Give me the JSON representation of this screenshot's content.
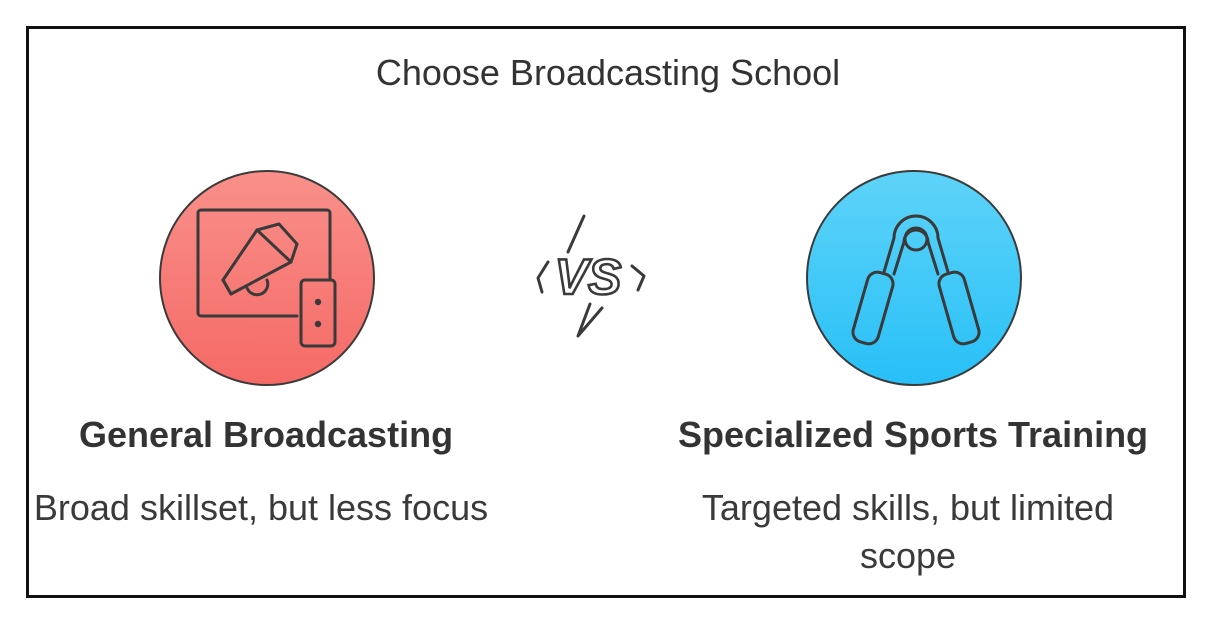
{
  "title": "Choose Broadcasting School",
  "vs_label": "VS",
  "options": [
    {
      "title": "General Broadcasting",
      "description": "Broad skillset, but less focus",
      "icon": "megaphone-screen-icon",
      "color": "#f67a75"
    },
    {
      "title": "Specialized Sports Training",
      "description": "Targeted skills, but limited scope",
      "icon": "hand-grip-icon",
      "color": "#3cc8f8"
    }
  ]
}
